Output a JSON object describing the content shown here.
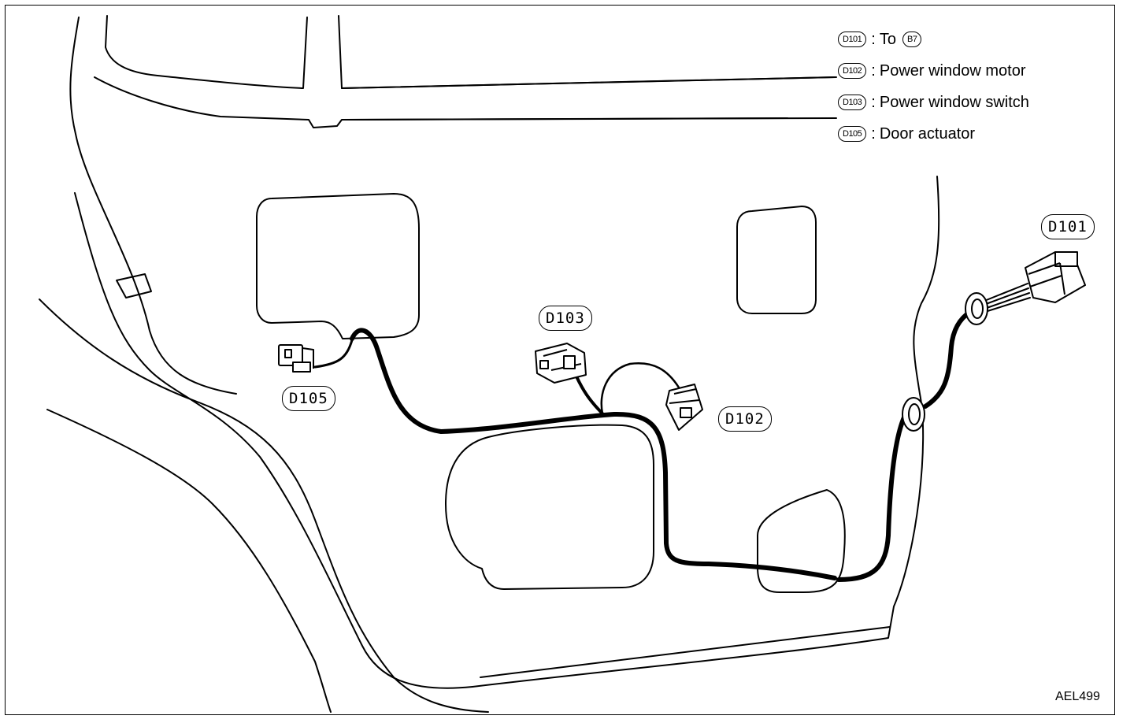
{
  "legend": {
    "items": [
      {
        "code": "D101",
        "separator": ":",
        "text": "To",
        "ref": "B7"
      },
      {
        "code": "D102",
        "separator": ":",
        "text": "Power window motor"
      },
      {
        "code": "D103",
        "separator": ":",
        "text": "Power window switch"
      },
      {
        "code": "D105",
        "separator": ":",
        "text": "Door actuator"
      }
    ]
  },
  "callouts": {
    "d101": "D101",
    "d103": "D103",
    "d105": "D105",
    "d102": "D102"
  },
  "figure_code": "AEL499"
}
